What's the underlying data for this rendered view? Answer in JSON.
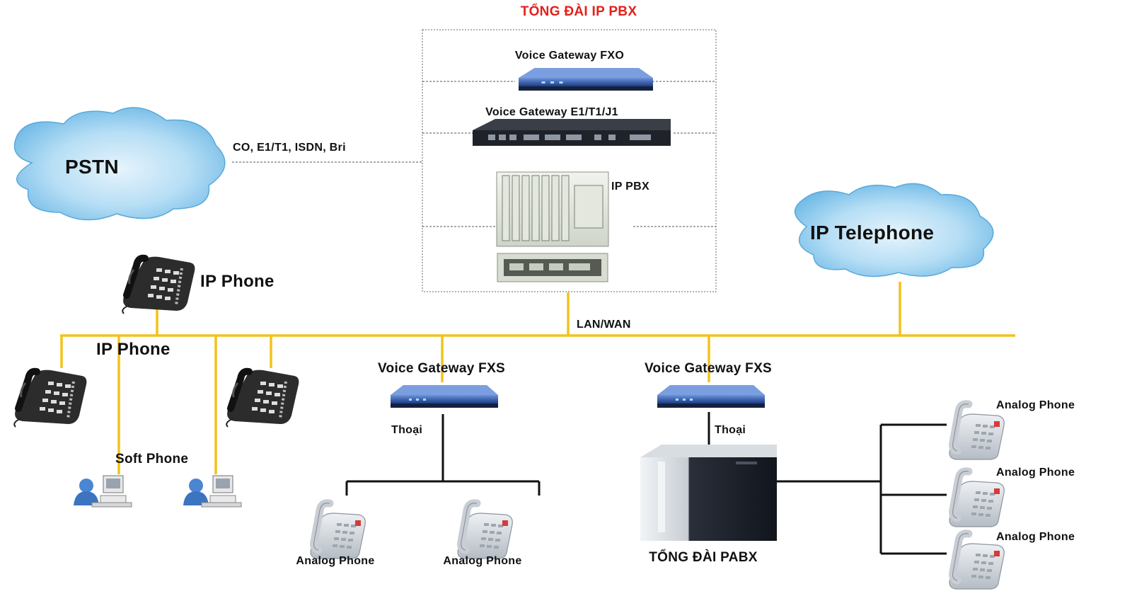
{
  "title": "TỔNG ĐÀI IP PBX",
  "clouds": {
    "pstn": "PSTN",
    "ip_telephone": "IP Telephone"
  },
  "pbx_box": {
    "gateway_fxo": "Voice Gateway FXO",
    "gateway_e1": "Voice Gateway E1/T1/J1",
    "ip_pbx": "IP PBX"
  },
  "links": {
    "pstn_trunk": "CO, E1/T1, ISDN, Bri",
    "lan_wan": "LAN/WAN",
    "thoai_left": "Thoại",
    "thoai_right": "Thoại"
  },
  "endpoints": {
    "ip_phone_top": "IP Phone",
    "ip_phone_mid": "IP Phone",
    "soft_phone": "Soft Phone",
    "gateway_fxs_left": "Voice Gateway FXS",
    "gateway_fxs_right": "Voice Gateway FXS",
    "analog_left_1": "Analog Phone",
    "analog_left_2": "Analog Phone",
    "pabx": "TỔNG ĐÀI PABX",
    "analog_right_1": "Analog Phone",
    "analog_right_2": "Analog Phone",
    "analog_right_3": "Analog Phone"
  },
  "colors": {
    "lan_bus": "#f2c318",
    "title": "#e3201b",
    "cloud": "#7fc4ea",
    "cloud_light": "#d4ecfa",
    "gateway": "#3e68b5"
  }
}
